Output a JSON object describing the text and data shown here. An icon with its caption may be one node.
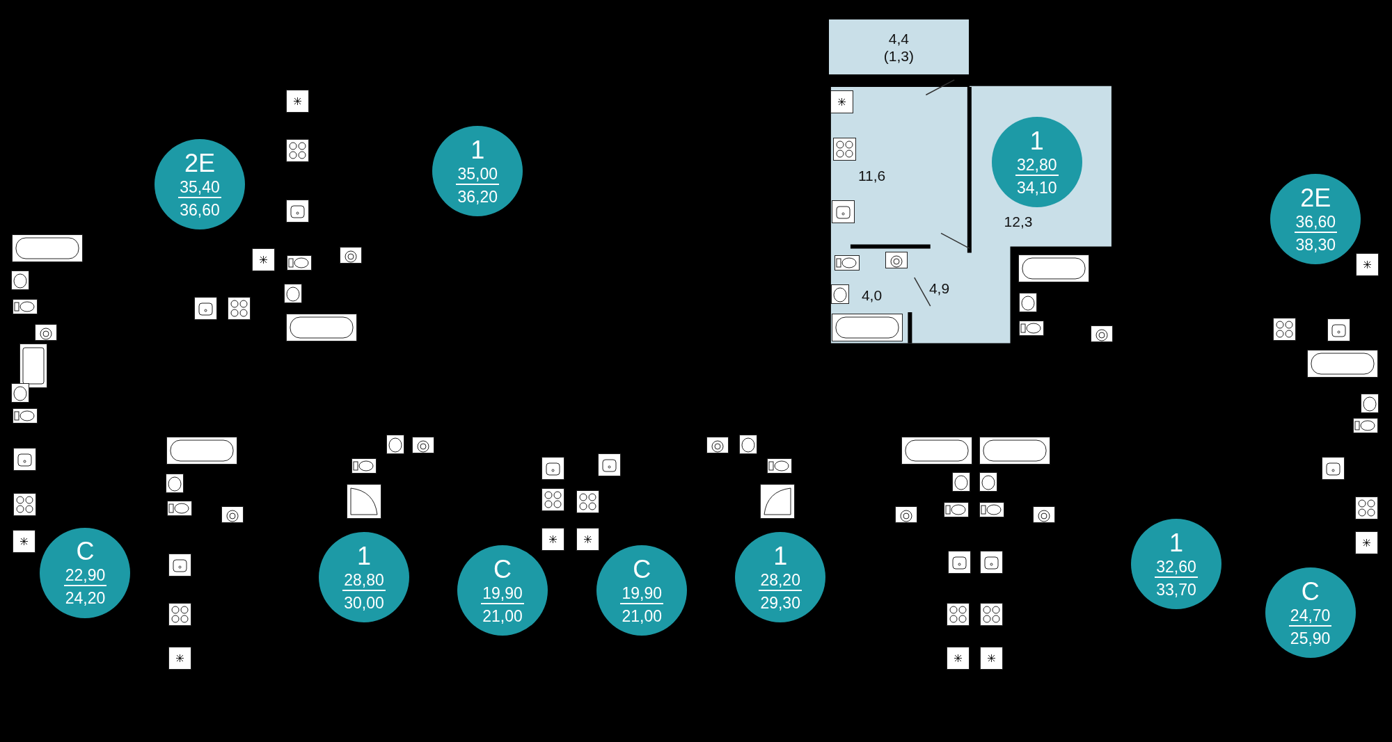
{
  "diagram": {
    "nodes": [
      {
        "text": [
          "2E",
          "35,40",
          "36,60"
        ]
      },
      {
        "text": [
          "1",
          "35,00",
          "36,20"
        ]
      },
      {
        "text": [
          "1",
          "32,80",
          "34,10"
        ]
      },
      {
        "text": [
          "2E",
          "36,60",
          "38,30"
        ]
      },
      {
        "text": [
          "C",
          "22,90",
          "24,20"
        ]
      },
      {
        "text": [
          "1",
          "28,80",
          "30,00"
        ]
      },
      {
        "text": [
          "C",
          "19,90",
          "21,00"
        ]
      },
      {
        "text": [
          "C",
          "19,90",
          "21,00"
        ]
      },
      {
        "text": [
          "1",
          "28,20",
          "29,30"
        ]
      },
      {
        "text": [
          "1",
          "32,60",
          "33,70"
        ]
      },
      {
        "text": [
          "C",
          "24,70",
          "25,90"
        ]
      },
      {
        "text": [
          "4,4",
          "(1,3)"
        ]
      }
    ],
    "labels": [
      "11,6",
      "12,3",
      "4,9",
      "4,0"
    ]
  }
}
